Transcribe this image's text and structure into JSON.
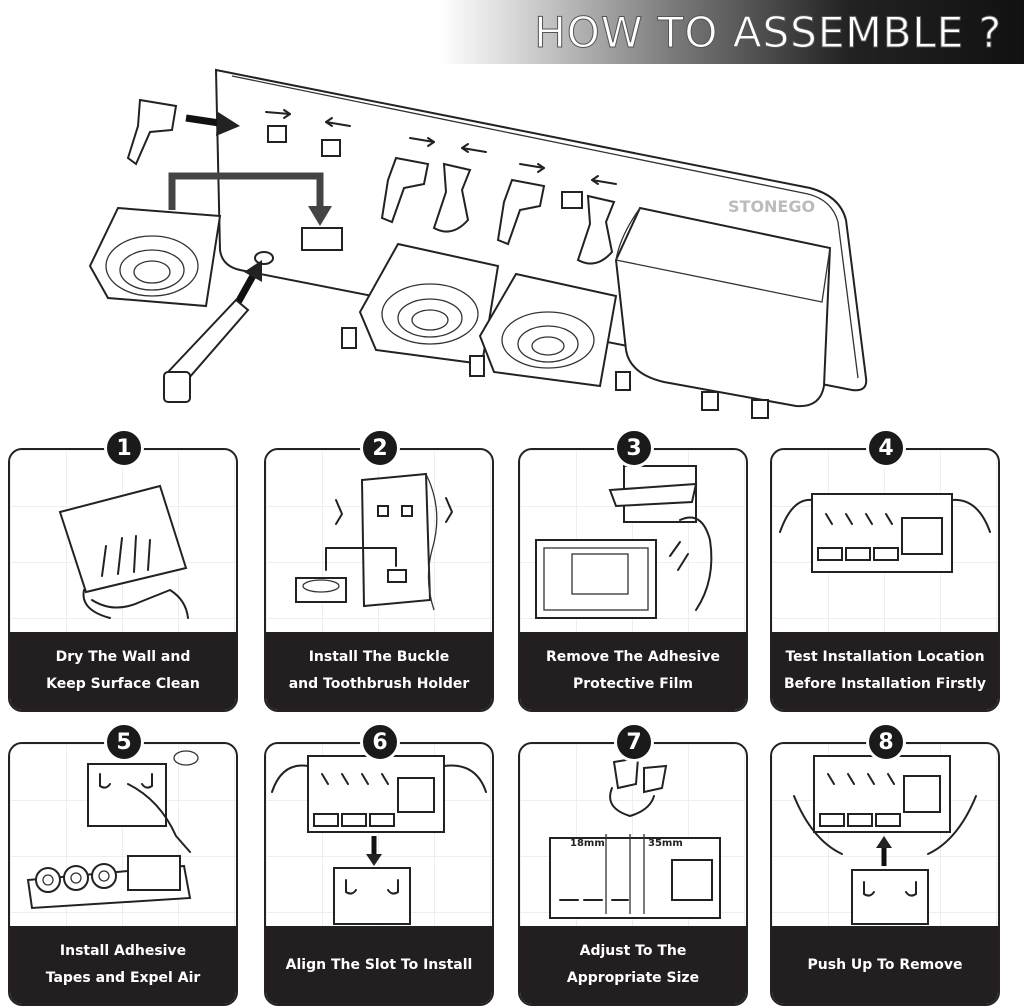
{
  "header": {
    "title": "HOW TO ASSEMBLE ?"
  },
  "product": {
    "brand": "STONEGO"
  },
  "measurements": {
    "left": "18mm",
    "right": "35mm"
  },
  "steps": [
    {
      "number": "1",
      "line1": "Dry The Wall and",
      "line2": "Keep Surface Clean"
    },
    {
      "number": "2",
      "line1": "Install The Buckle",
      "line2": "and Toothbrush Holder"
    },
    {
      "number": "3",
      "line1": "Remove The Adhesive",
      "line2": "Protective Film"
    },
    {
      "number": "4",
      "line1": "Test Installation Location",
      "line2": "Before Installation Firstly"
    },
    {
      "number": "5",
      "line1": "Install Adhesive",
      "line2": "Tapes and Expel Air"
    },
    {
      "number": "6",
      "line1": "Align The Slot To Install",
      "line2": ""
    },
    {
      "number": "7",
      "line1": "Adjust To The",
      "line2": "Appropriate Size"
    },
    {
      "number": "8",
      "line1": "Push Up To Remove",
      "line2": ""
    }
  ]
}
